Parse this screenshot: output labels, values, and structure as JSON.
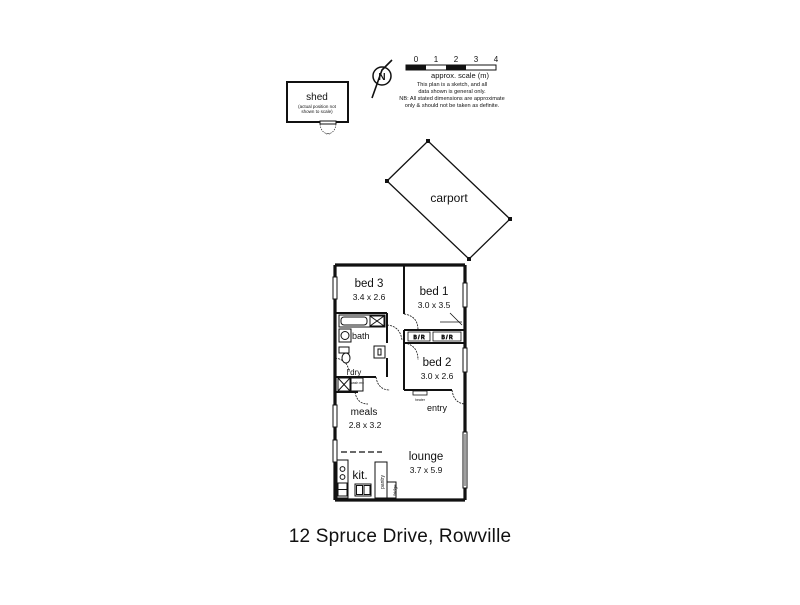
{
  "address": "12 Spruce Drive, Rowville",
  "scale": {
    "ticks": [
      "0",
      "1",
      "2",
      "3",
      "4"
    ],
    "label": "approx. scale (m)"
  },
  "north_label": "N",
  "disclaimer": {
    "line1": "This plan is a sketch, and all",
    "line2": "data shown is general only.",
    "line3": "NB: All stated dimensions are approximate",
    "line4": "only & should not be taken as definite."
  },
  "shed": {
    "name": "shed",
    "note1": "(actual position not",
    "note2": "shown to scale)"
  },
  "carport": {
    "name": "carport"
  },
  "rooms": {
    "bed3": {
      "name": "bed 3",
      "dims": "3.4 x 2.6"
    },
    "bed1": {
      "name": "bed 1",
      "dims": "3.0 x 3.5"
    },
    "bed2": {
      "name": "bed 2",
      "dims": "3.0 x 2.6"
    },
    "bath": {
      "name": "bath"
    },
    "ldry": {
      "name": "l'dry"
    },
    "meals": {
      "name": "meals",
      "dims": "2.8 x 3.2"
    },
    "lounge": {
      "name": "lounge",
      "dims": "3.7 x 5.9"
    },
    "kit": {
      "name": "kit."
    },
    "entry": {
      "name": "entry"
    },
    "wash_mc": "wash mc",
    "heater": "heater",
    "pantry": "pantry",
    "fridge": "fridge",
    "wir1": "B / R",
    "wir2": "B / R"
  }
}
